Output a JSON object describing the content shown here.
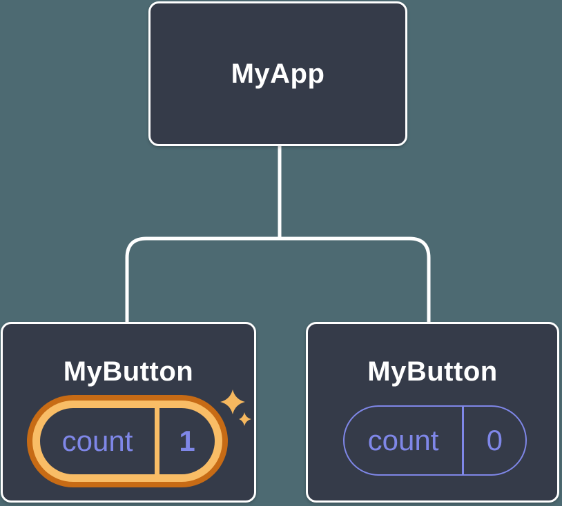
{
  "colors": {
    "background": "#4d6a72",
    "node_fill": "#353b49",
    "node_border": "#ffffff",
    "connector": "#ffffff",
    "highlight_outer": "#c76b15",
    "highlight_inner": "#f9bd66",
    "state_accent": "#7f87e8",
    "sparkle": "#f6b85f",
    "title_text": "#ffffff"
  },
  "icons": {
    "sparkle": "four-point-star-sparkles"
  },
  "tree": {
    "root": {
      "label": "MyApp"
    },
    "children": [
      {
        "label": "MyButton",
        "state_key": "count",
        "state_value": "1",
        "highlighted": true
      },
      {
        "label": "MyButton",
        "state_key": "count",
        "state_value": "0",
        "highlighted": false
      }
    ]
  }
}
